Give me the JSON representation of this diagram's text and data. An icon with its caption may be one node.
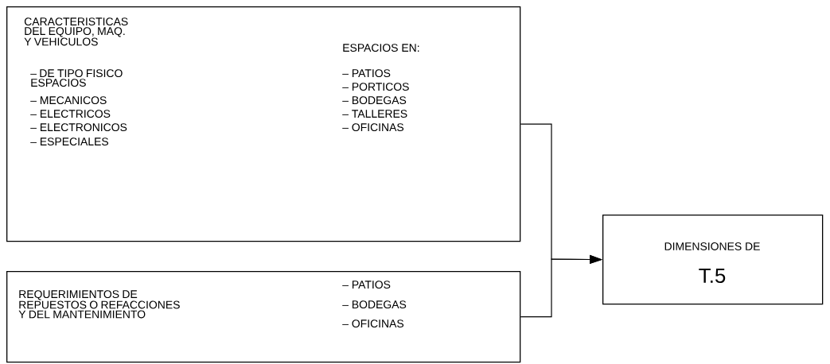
{
  "diagram": {
    "nodes": [
      {
        "text": [
          "CARACTERISTICAS DEL EQUIPO, MAQ. Y VEHICULOS",
          "– DE TIPO FISICO ESPACIOS",
          "– MECANICOS",
          "– ELECTRICOS",
          "– ELECTRONICOS",
          "– ESPECIALES",
          "ESPACIOS EN:",
          "– PATIOS",
          "– PORTICOS",
          "– BODEGAS",
          "– TALLERES",
          "– OFICINAS"
        ]
      },
      {
        "text": [
          "REQUERIMIENTOS DE REPUESTOS O REFACCIONES Y DEL MANTENIMIENTO",
          "– PATIOS",
          "– BODEGAS",
          "– OFICINAS"
        ]
      },
      {
        "text": [
          "DIMENSIONES DE",
          "T.5"
        ]
      }
    ],
    "edges": [
      {
        "from": 0,
        "to": 2,
        "arrow": "to"
      },
      {
        "from": 1,
        "to": 2,
        "arrow": "to"
      }
    ]
  }
}
